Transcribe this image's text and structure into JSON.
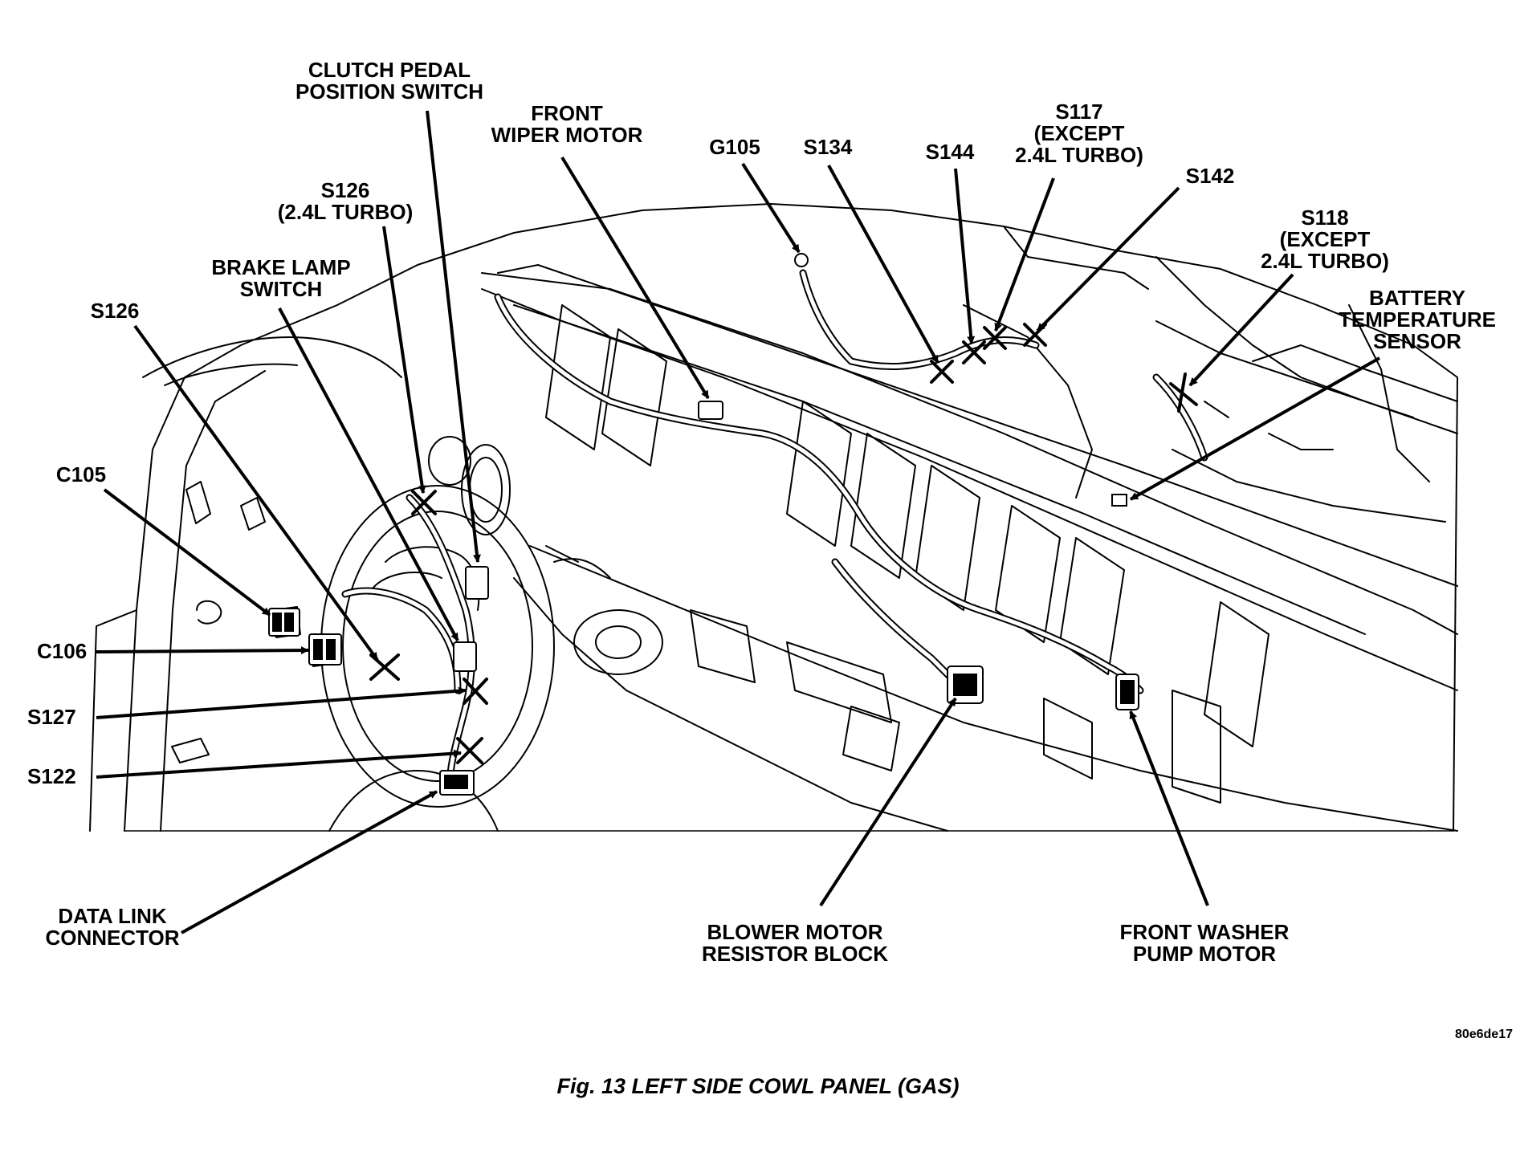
{
  "labels": {
    "clutch": [
      "CLUTCH PEDAL",
      "POSITION SWITCH"
    ],
    "wiper": [
      "FRONT",
      "WIPER MOTOR"
    ],
    "g105": "G105",
    "s134": "S134",
    "s144": "S144",
    "s117": [
      "S117",
      "(EXCEPT",
      "2.4L TURBO)"
    ],
    "s142": "S142",
    "s126_turbo": [
      "S126",
      "(2.4L TURBO)"
    ],
    "s118": [
      "S118",
      "(EXCEPT",
      "2.4L TURBO)"
    ],
    "brake": [
      "BRAKE LAMP",
      "SWITCH"
    ],
    "battery": [
      "BATTERY",
      "TEMPERATURE",
      "SENSOR"
    ],
    "s126": "S126",
    "c105": "C105",
    "c106": "C106",
    "s127": "S127",
    "s122": "S122",
    "dlc": [
      "DATA LINK",
      "CONNECTOR"
    ],
    "blower": [
      "BLOWER MOTOR",
      "RESISTOR BLOCK"
    ],
    "washer": [
      "FRONT WASHER",
      "PUMP MOTOR"
    ]
  },
  "figure_code": "80e6de17",
  "caption": "Fig. 13 LEFT SIDE COWL PANEL (GAS)"
}
